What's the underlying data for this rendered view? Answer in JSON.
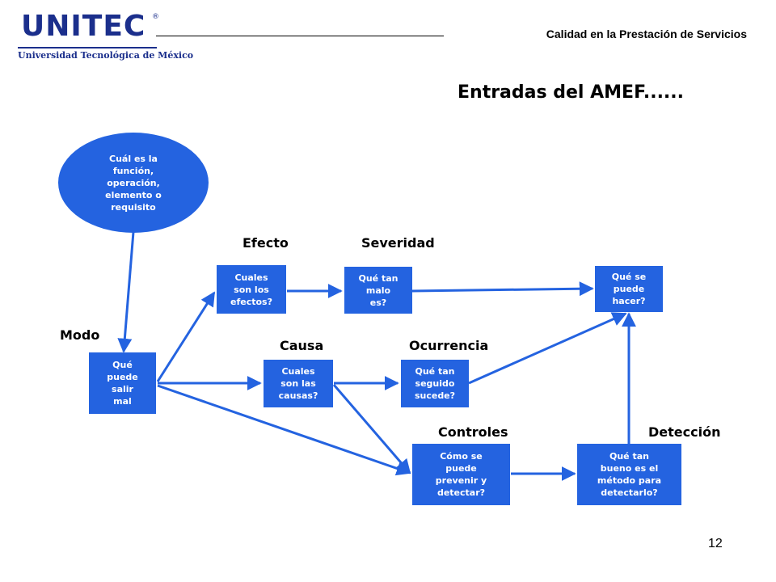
{
  "header": {
    "logo_text": "UNITEC",
    "logo_registered": "®",
    "logo_subtitle": "Universidad Tecnológica de México",
    "course_title": "Calidad en la Prestación de Servicios"
  },
  "slide": {
    "title": "Entradas del AMEF......",
    "page_number": "12"
  },
  "diagram": {
    "nodes": {
      "funcion": "Cuál es la\nfunción,\noperación,\nelemento o\nrequisito",
      "modo": "Qué\npuede\nsalir\nmal",
      "efectos": "Cuales\nson los\nefectos?",
      "severidad": "Qué tan\nmalo\nes?",
      "hacer": "Qué se\npuede\nhacer?",
      "causas": "Cuales\nson las\ncausas?",
      "ocurrencia": "Qué tan\nseguido\nsucede?",
      "prevenir": "Cómo se\npuede\nprevenir y\ndetectar?",
      "deteccion": "Qué tan\nbueno es el\nmétodo para\ndetectarlo?"
    },
    "labels": {
      "efecto": "Efecto",
      "severidad": "Severidad",
      "modo": "Modo",
      "causa": "Causa",
      "ocurrencia": "Ocurrencia",
      "controles": "Controles",
      "deteccion": "Detección"
    },
    "colors": {
      "box": "#2463e0",
      "text": "#ffffff"
    }
  }
}
